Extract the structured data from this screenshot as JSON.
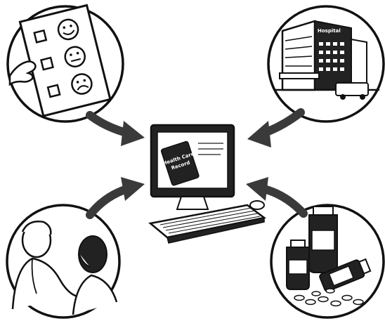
{
  "record_label": {
    "line1": "Health Care",
    "line2": "Record"
  },
  "hospital_sign": "Hospital",
  "icons": {
    "survey": "patient-survey-icon",
    "hospital": "hospital-building-icon",
    "doctor": "doctor-examining-patient-icon",
    "medication": "medication-bottles-icon",
    "computer": "computer-workstation-icon",
    "arrow": "arrow-icon"
  },
  "colors": {
    "ink": "#111111",
    "arrow": "#3a3a3a",
    "paper": "#ffffff"
  }
}
